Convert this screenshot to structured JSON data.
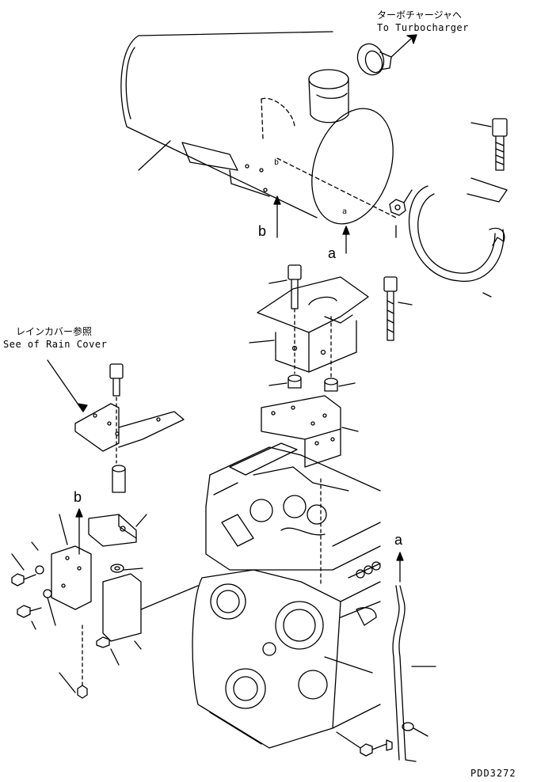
{
  "labels": {
    "turbo_jp": "ターボチャージャへ",
    "turbo_en": "To Turbocharger",
    "rain_jp": "レインカバー参照",
    "rain_en": "See of Rain Cover",
    "ref_b_top": "b",
    "ref_a_top": "a",
    "ref_b_left": "b",
    "ref_a_right": "a",
    "dim_a": "a",
    "dim_b": "b",
    "drawing_code": "PDD3272"
  },
  "colors": {
    "ink": "#000000",
    "paper": "#ffffff"
  }
}
